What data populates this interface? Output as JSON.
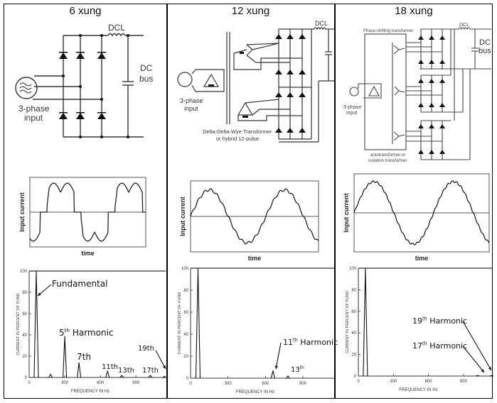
{
  "columns": [
    {
      "title": "6 xung",
      "circuit": {
        "inductor_label": "DCL",
        "bus_label_line1": "DC",
        "bus_label_line2": "bus",
        "input_label_line1": "3-phase",
        "input_label_line2": "input"
      },
      "waveform": {
        "ylabel": "Input current",
        "xlabel": "time",
        "shape": "six-pulse"
      },
      "spectrum": {
        "annotations": [
          {
            "text": "Fundamental",
            "sup": ""
          },
          {
            "text": " Harmonic",
            "pre": "5",
            "sup": "th"
          },
          {
            "text": "7th",
            "sup": ""
          },
          {
            "text": "11th",
            "sup": ""
          },
          {
            "text": "13th",
            "sup": ""
          },
          {
            "text": "17th",
            "sup": ""
          },
          {
            "text": "19th",
            "sup": ""
          }
        ]
      }
    },
    {
      "title": "12 xung",
      "circuit": {
        "inductor_label": "DCL",
        "input_label_line1": "3-phase",
        "input_label_line2": "input",
        "transformer_label_line1": "Delta-Delta-Wye Transformer",
        "transformer_label_line2": "or hybrid 12-pulse"
      },
      "waveform": {
        "ylabel": "Input current",
        "xlabel": "time",
        "shape": "twelve-pulse"
      },
      "spectrum": {
        "annotations": [
          {
            "pre": "11",
            "sup": "th",
            "text": " Harmonic"
          },
          {
            "pre": "13",
            "sup": "th",
            "text": ""
          }
        ]
      }
    },
    {
      "title": "18 xung",
      "circuit": {
        "inductor_label": "DCL",
        "bus_label_line1": "DC",
        "bus_label_line2": "bus",
        "input_label_line1": "3-phase",
        "input_label_line2": "input",
        "transformer_top_label": "Phase-shifting transformer",
        "transformer_bottom_label_line1": "autotransformer or",
        "transformer_bottom_label_line2": "isolation transformer"
      },
      "waveform": {
        "ylabel": "Input current",
        "xlabel": "time",
        "shape": "eighteen-pulse"
      },
      "spectrum": {
        "annotations": [
          {
            "pre": "19",
            "sup": "th",
            "text": " Harmonic"
          },
          {
            "pre": "17",
            "sup": "th",
            "text": " Harmonic"
          }
        ]
      }
    }
  ],
  "chart_data": [
    {
      "type": "bar",
      "title": "6 xung",
      "xlabel": "FREQUENCY IN Hz",
      "ylabel": "CURRENT IN PERCENT OF FUND",
      "xlim": [
        0,
        1150
      ],
      "ylim": [
        0,
        100
      ],
      "xticks": [
        "0",
        "300",
        "600",
        "900"
      ],
      "yticks": [
        "0",
        "20",
        "40",
        "60",
        "80",
        "100"
      ],
      "x": [
        60,
        180,
        300,
        420,
        660,
        780,
        1020,
        1140
      ],
      "values": [
        100,
        3,
        39,
        14,
        6,
        2,
        2,
        1
      ]
    },
    {
      "type": "bar",
      "title": "12 xung",
      "xlabel": "FREQUENCY IN Hz",
      "ylabel": "CURRENT IN PERCENT OF FUND",
      "xlim": [
        0,
        1150
      ],
      "ylim": [
        0,
        100
      ],
      "xticks": [
        "0",
        "300",
        "600",
        "900"
      ],
      "yticks": [
        "0",
        "20",
        "40",
        "60",
        "80",
        "100"
      ],
      "x": [
        60,
        660,
        780
      ],
      "values": [
        100,
        7,
        2
      ]
    },
    {
      "type": "bar",
      "title": "18 xung",
      "xlabel": "FREQUENCY IN Hz",
      "ylabel": "CURRENT IN PERCENT OF FUND",
      "xlim": [
        0,
        1150
      ],
      "ylim": [
        0,
        100
      ],
      "xticks": [
        "0",
        "300",
        "600",
        "900"
      ],
      "yticks": [
        "0",
        "20",
        "40",
        "60",
        "80",
        "100"
      ],
      "x": [
        60,
        1020,
        1140
      ],
      "values": [
        100,
        0.5,
        0.5
      ]
    }
  ],
  "colors": {
    "line": "#000000",
    "diagram_line": "#333333",
    "text": "#111111"
  }
}
